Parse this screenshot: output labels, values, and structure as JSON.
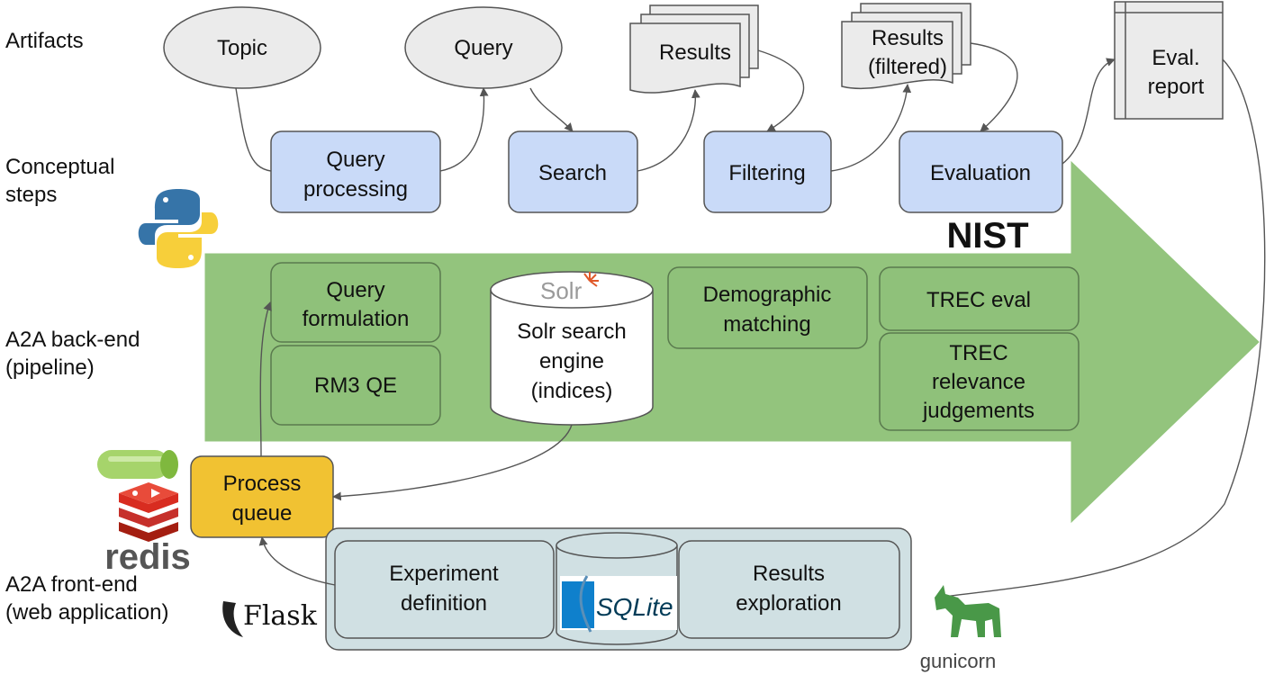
{
  "rows": {
    "artifacts": "Artifacts",
    "conceptual": "Conceptual\nsteps",
    "backend": "A2A back-end\n(pipeline)",
    "frontend": "A2A front-end\n(web application)"
  },
  "artifacts": {
    "topic": "Topic",
    "query": "Query",
    "results": "Results",
    "results_filtered": [
      "Results",
      "(filtered)"
    ],
    "eval_report": [
      "Eval.",
      "report"
    ]
  },
  "steps": {
    "query_processing": [
      "Query",
      "processing"
    ],
    "search": "Search",
    "filtering": "Filtering",
    "evaluation": "Evaluation"
  },
  "backend": {
    "query_formulation": [
      "Query",
      "formulation"
    ],
    "rm3": "RM3 QE",
    "solr_engine": [
      "Solr search",
      "engine",
      "(indices)"
    ],
    "demographic": [
      "Demographic",
      "matching"
    ],
    "trec_eval": "TREC eval",
    "trec_judgements": [
      "TREC",
      "relevance",
      "judgements"
    ]
  },
  "frontend": {
    "process_queue": [
      "Process",
      "queue"
    ],
    "experiment": [
      "Experiment",
      "definition"
    ],
    "results_exploration": [
      "Results",
      "exploration"
    ]
  },
  "logos": {
    "python": "python-logo",
    "nist": "NIST",
    "solr": "Solr",
    "redis": "redis",
    "flask": "Flask",
    "sqlite": "SQLite",
    "gunicorn": "gunicorn"
  },
  "colors": {
    "artifact_fill": "#ebebeb",
    "step_fill": "#c9daf8",
    "pipeline_arrow": "#93c47d",
    "backend_box": "#8fc17a",
    "queue_fill": "#f1c232",
    "frontend_fill": "#d0e0e3",
    "stroke": "#555555"
  }
}
